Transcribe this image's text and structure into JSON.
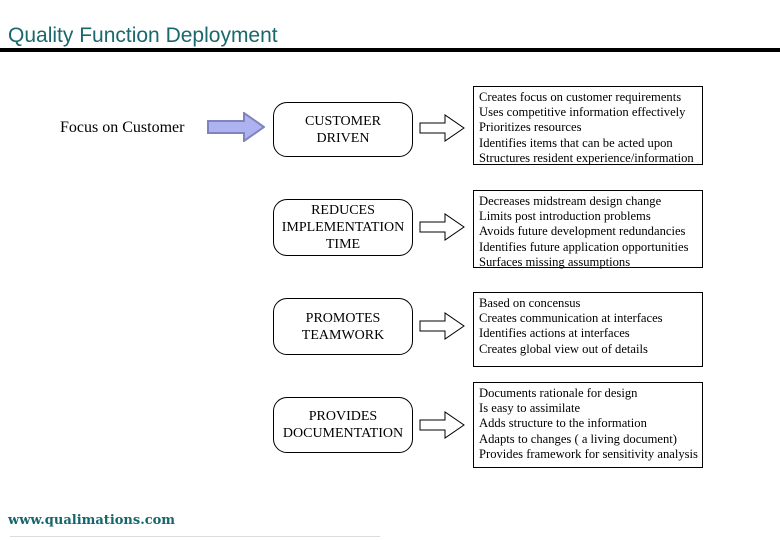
{
  "slide": {
    "title": "Quality Function Deployment",
    "footer": "www.qualimations.com"
  },
  "colors": {
    "title_text": "#1A686D",
    "footer_text": "#15666B",
    "flow_arrow_fill": "#AEB2F0",
    "flow_arrow_border": "#8084BC",
    "box_border": "#000000"
  },
  "diagram": {
    "intro_label": "Focus on Customer",
    "rows": [
      {
        "box_lines": [
          "CUSTOMER",
          "DRIVEN"
        ],
        "benefits": [
          "Creates focus on customer requirements",
          "Uses competitive information effectively",
          "Prioritizes resources",
          "Identifies items that can be acted upon",
          "Structures resident experience/information"
        ]
      },
      {
        "box_lines": [
          "REDUCES",
          "IMPLEMENTATION",
          "TIME"
        ],
        "benefits": [
          "Decreases midstream design change",
          "Limits post introduction problems",
          "Avoids future development redundancies",
          "Identifies future application opportunities",
          "Surfaces missing assumptions"
        ]
      },
      {
        "box_lines": [
          "PROMOTES",
          "TEAMWORK"
        ],
        "benefits": [
          "Based on concensus",
          "Creates communication at interfaces",
          "Identifies actions at interfaces",
          "Creates global view out of details"
        ]
      },
      {
        "box_lines": [
          "PROVIDES",
          "DOCUMENTATION"
        ],
        "benefits": [
          "Documents rationale for design",
          "Is easy to assimilate",
          "Adds structure to the information",
          "Adapts to changes ( a living document)",
          "Provides framework for sensitivity analysis"
        ]
      }
    ]
  }
}
